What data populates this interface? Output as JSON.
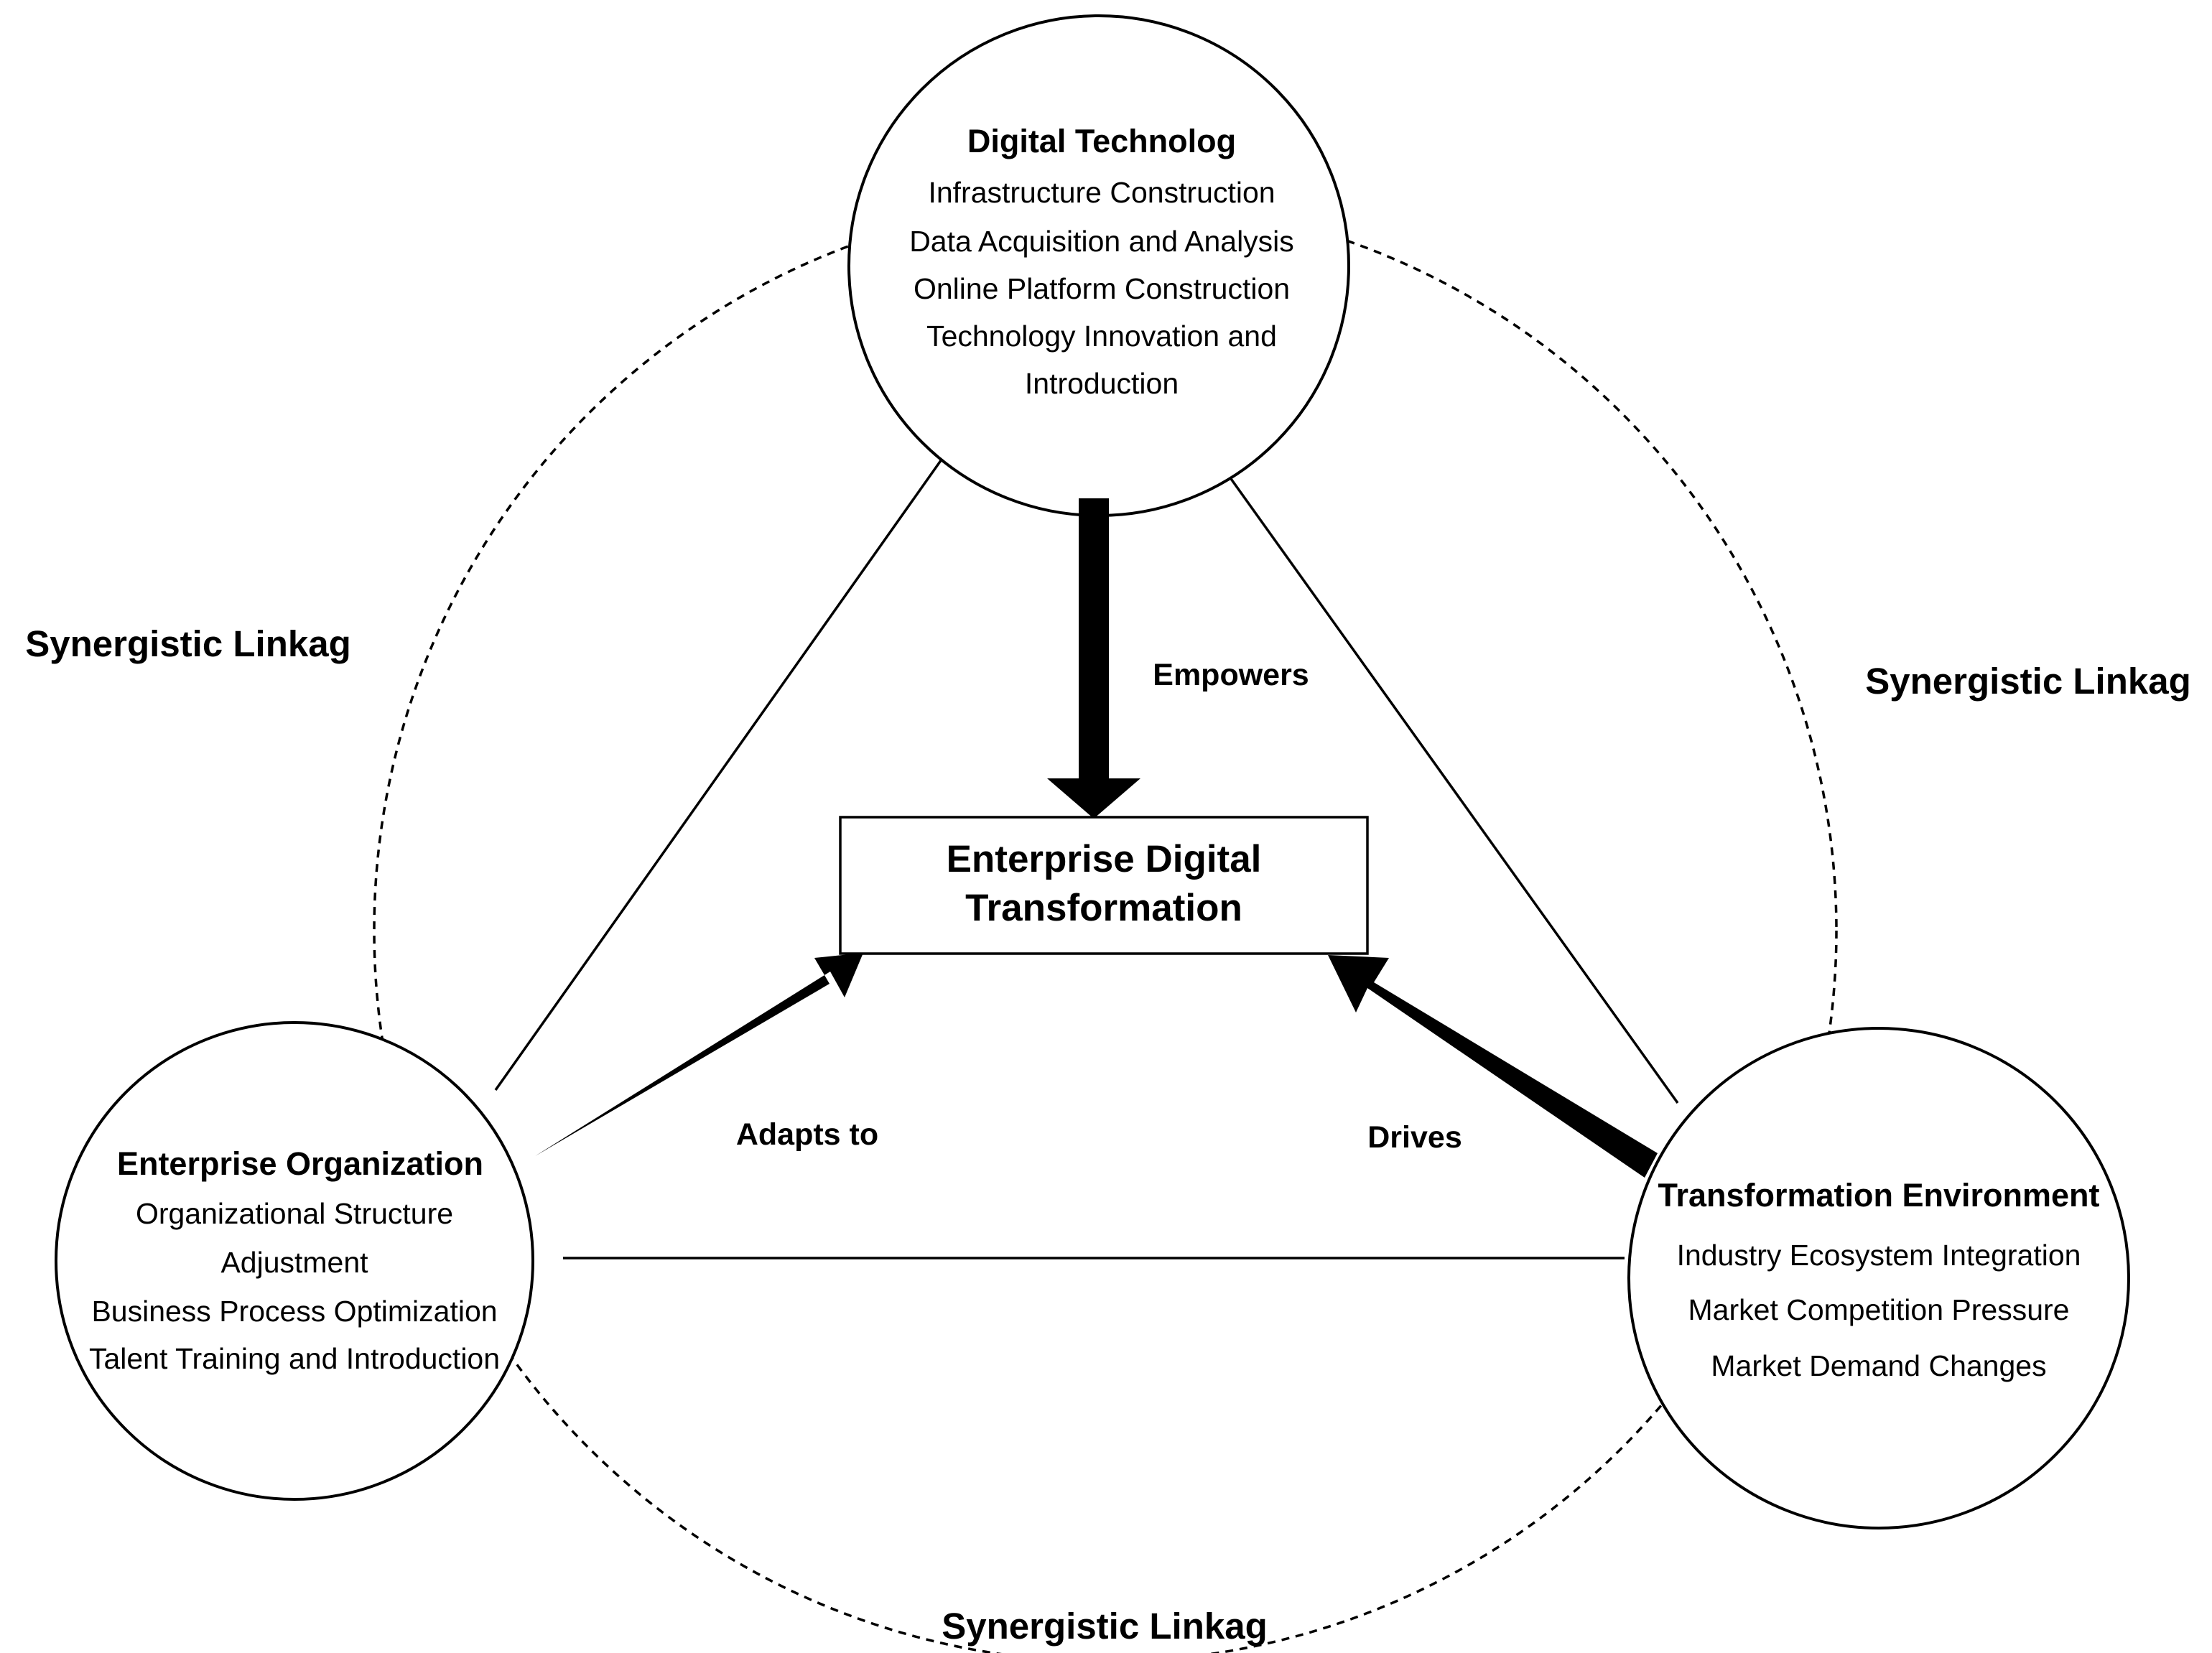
{
  "nodes": {
    "digital_technology": {
      "title": "Digital Technolog",
      "items": [
        "Infrastructure Construction",
        "Data Acquisition and Analysis",
        "Online Platform Construction",
        "Technology Innovation and",
        "Introduction"
      ]
    },
    "enterprise_organization": {
      "title": "Enterprise Organization",
      "items": [
        "Organizational Structure",
        "Adjustment",
        "Business Process Optimization",
        "Talent Training and Introduction"
      ]
    },
    "transformation_environment": {
      "title": "Transformation Environment",
      "items": [
        "Industry Ecosystem Integration",
        "Market Competition Pressure",
        "Market Demand Changes"
      ]
    }
  },
  "center": {
    "line1": "Enterprise Digital",
    "line2": "Transformation"
  },
  "edges": {
    "empowers": "Empowers",
    "adapts_to": "Adapts to",
    "drives": "Drives"
  },
  "linkage": {
    "left": "Synergistic Linkag",
    "right": "Synergistic Linkag",
    "bottom": "Synergistic Linkag"
  }
}
